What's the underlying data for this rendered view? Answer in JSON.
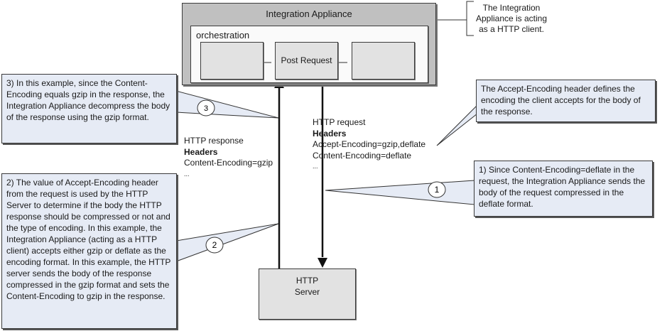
{
  "appliance": {
    "title": "Integration Appliance",
    "orchestration_label": "orchestration",
    "steps": [
      {
        "label": ""
      },
      {
        "label": "Post Request"
      },
      {
        "label": ""
      }
    ]
  },
  "client_note": {
    "lines": [
      "The Integration",
      "Appliance is acting",
      "as a HTTP client."
    ]
  },
  "http_response": {
    "title": "HTTP response",
    "headers_label": "Headers",
    "headers": [
      "Content-Encoding=gzip"
    ],
    "ellipsis": "..."
  },
  "http_request": {
    "title": "HTTP request",
    "headers_label": "Headers",
    "headers": [
      "Accept-Encoding=gzip,deflate",
      "Content-Encoding=deflate"
    ],
    "ellipsis": "..."
  },
  "server": {
    "lines": [
      "HTTP",
      "Server"
    ]
  },
  "callouts": [
    {
      "number": "1",
      "text": "1) Since Content-Encoding=deflate in the request, the Integration Appliance sends the body of the request compressed in the deflate format."
    },
    {
      "number": "2",
      "text": "2) The value of Accept-Encoding header from the request is used by the HTTP Server to determine if the body the HTTP response should be compressed or not and the type of encoding. In this example, the Integration Appliance (acting as a HTTP client) accepts either gzip or deflate as the encoding format. In this example, the HTTP server sends the body of the response compressed in the gzip format and sets the Content-Encoding to gzip in the response."
    },
    {
      "number": "3",
      "text": "3) In this example, since the Content-Encoding equals gzip in the response, the Integration Appliance decompress the body of the response using the gzip format."
    }
  ],
  "accept_note": {
    "text": "The Accept-Encoding header defines the encoding the client accepts for the body of the response."
  },
  "colors": {
    "appliance_fill": "#c0c0c0",
    "note_fill": "#e6ebf5",
    "node_fill": "#e2e2e2",
    "line": "#1a1a1a"
  }
}
